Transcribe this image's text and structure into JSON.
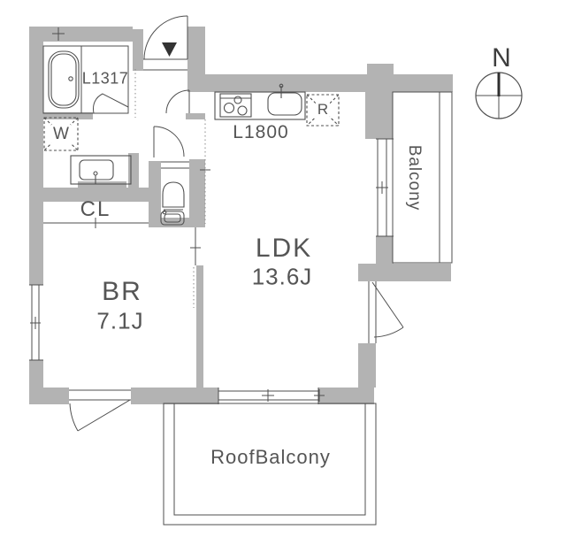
{
  "plan": {
    "bath": {
      "label": "L1317"
    },
    "laundry_space": {
      "label": "W"
    },
    "closet": {
      "label": "CL"
    },
    "kitchen": {
      "label": "L1800"
    },
    "refrigerator_space": {
      "label": "R"
    },
    "living_dining_kitchen": {
      "label": "LDK",
      "size": "13.6J"
    },
    "bedroom": {
      "label": "BR",
      "size": "7.1J"
    },
    "balcony": {
      "label": "Balcony"
    },
    "roof_balcony": {
      "label": "RoofBalcony"
    },
    "compass": {
      "north_label": "N"
    }
  },
  "colors": {
    "wall": "#b3b3b3",
    "line": "#4f4f4f",
    "text": "#555555",
    "entrance_marker": "#333333"
  }
}
